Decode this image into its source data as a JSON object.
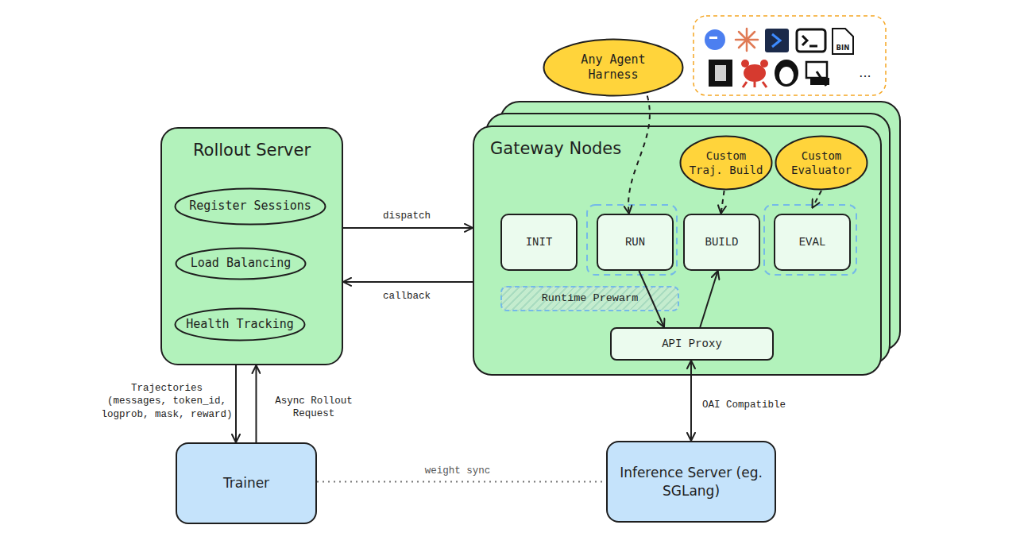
{
  "diagram": {
    "nodes": [
      {
        "text": [
          "Any Agent Harness"
        ]
      },
      {
        "text": [
          "Rollout Server"
        ]
      },
      {
        "text": [
          "Register Sessions"
        ],
        "in": 1
      },
      {
        "text": [
          "Load Balancing"
        ],
        "in": 1
      },
      {
        "text": [
          "Health Tracking"
        ],
        "in": 1
      },
      {
        "text": [
          "Gateway Nodes"
        ]
      },
      {
        "text": [
          "Custom Traj. Build"
        ],
        "in": 5
      },
      {
        "text": [
          "Custom Evaluator"
        ],
        "in": 5
      },
      {
        "text": [
          "INIT"
        ],
        "in": 5
      },
      {
        "text": [
          "RUN"
        ],
        "in": 5
      },
      {
        "text": [
          "BUILD"
        ],
        "in": 5
      },
      {
        "text": [
          "EVAL"
        ],
        "in": 5
      },
      {
        "text": [
          "Runtime Prewarm"
        ],
        "in": 5
      },
      {
        "text": [
          "API Proxy"
        ],
        "in": 5
      },
      {
        "text": [
          "Trainer"
        ]
      },
      {
        "text": [
          "Inference Server (eg. SGLang)"
        ]
      }
    ],
    "edges": [
      {
        "from": 1,
        "to": 5,
        "arrow": "to",
        "label": "dispatch"
      },
      {
        "from": 5,
        "to": 1,
        "arrow": "to",
        "label": "callback"
      },
      {
        "from": 0,
        "to": 9,
        "arrow": "to"
      },
      {
        "from": 6,
        "to": 10,
        "arrow": "to"
      },
      {
        "from": 7,
        "to": 11,
        "arrow": "to"
      },
      {
        "from": 9,
        "to": 13,
        "arrow": "to"
      },
      {
        "from": 13,
        "to": 10,
        "arrow": "to"
      },
      {
        "from": 13,
        "to": 15,
        "arrow": "both",
        "label": "OAI Compatible"
      },
      {
        "from": 1,
        "to": 14,
        "arrow": "to",
        "label": "Trajectories (messages, token_id, logprob, mask, reward)"
      },
      {
        "from": 14,
        "to": 1,
        "arrow": "to",
        "label": "Async Rollout Request"
      },
      {
        "from": 14,
        "to": 15,
        "arrow": "none",
        "label": "weight sync"
      }
    ],
    "labels": [
      "BIN",
      "..."
    ]
  }
}
